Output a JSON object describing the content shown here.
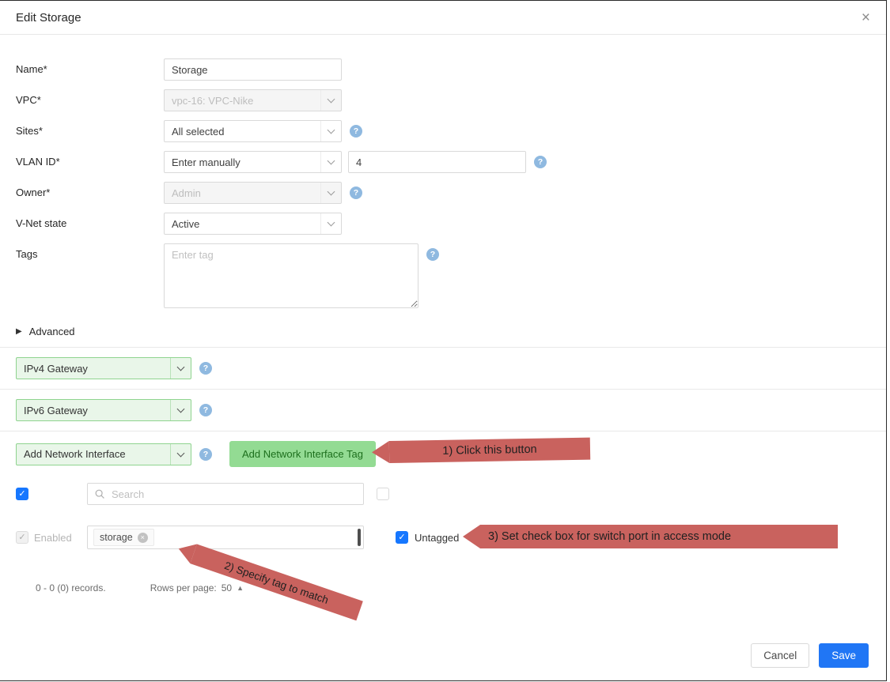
{
  "modal": {
    "title": "Edit Storage"
  },
  "icons": {
    "close": "×",
    "help": "?",
    "caret_right": "▶",
    "caret_up": "▲",
    "chip_remove": "×"
  },
  "form": {
    "fields": {
      "name": {
        "label": "Name*",
        "value": "Storage"
      },
      "vpc": {
        "label": "VPC*",
        "value": "vpc-16: VPC-Nike"
      },
      "sites": {
        "label": "Sites*",
        "value": "All selected"
      },
      "vlan": {
        "label": "VLAN ID*",
        "select_value": "Enter manually",
        "input_value": "4"
      },
      "owner": {
        "label": "Owner*",
        "value": "Admin"
      },
      "vnet_state": {
        "label": "V-Net state",
        "value": "Active"
      },
      "tags": {
        "label": "Tags",
        "placeholder": "Enter tag"
      }
    },
    "advanced_label": "Advanced"
  },
  "gateways": {
    "ipv4_label": "IPv4 Gateway",
    "ipv6_label": "IPv6 Gateway",
    "add_interface_label": "Add Network Interface",
    "add_tag_button": "Add Network Interface Tag"
  },
  "table": {
    "search_placeholder": "Search",
    "enabled_label": "Enabled",
    "tag_chip": "storage",
    "untagged_label": "Untagged",
    "records_text": "0 - 0 (0) records.",
    "rows_per_page_label": "Rows per page:",
    "rows_per_page_value": "50"
  },
  "annotations": {
    "step1": "1) Click this button",
    "step2": "2) Specify tag to match",
    "step3": "3) Set check box for switch port in access mode"
  },
  "footer": {
    "cancel_label": "Cancel",
    "save_label": "Save"
  },
  "colors": {
    "accent_blue": "#1677ff",
    "green_bg": "#e9f6e9",
    "green_border": "#8fd48f",
    "button_green_bg": "#93db93",
    "annotation_red": "#c9625e",
    "help_icon_blue": "#8fb9e0"
  }
}
